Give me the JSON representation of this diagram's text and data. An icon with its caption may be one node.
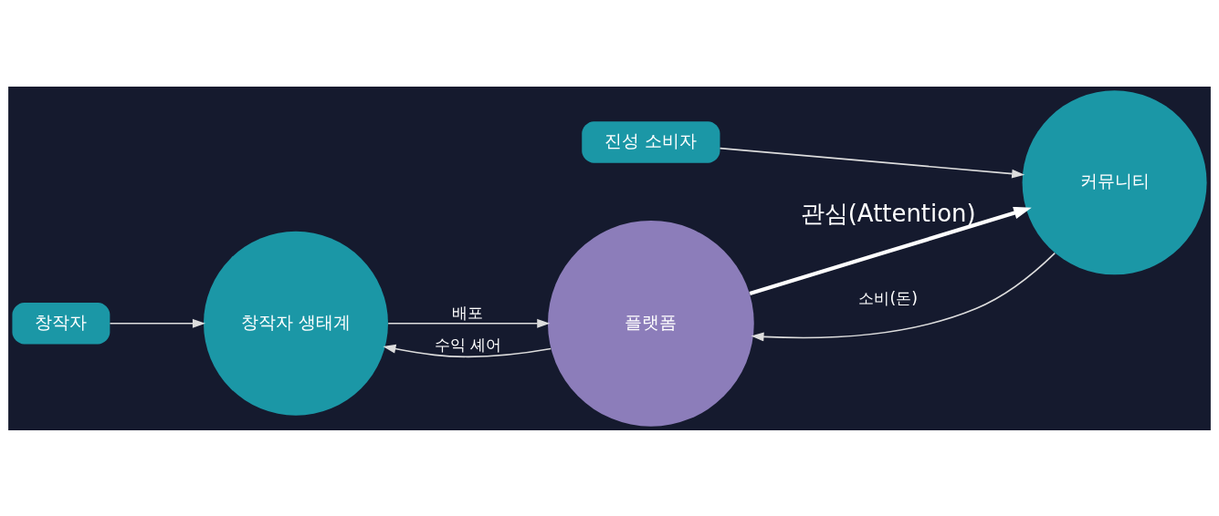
{
  "diagram": {
    "nodes": [
      {
        "text": [
          "창작자 생태계"
        ]
      },
      {
        "text": [
          "플랫폼"
        ]
      },
      {
        "text": [
          "커뮤니티"
        ]
      },
      {
        "text": [
          "진성 소비자"
        ]
      },
      {
        "text": [
          "창작자"
        ]
      }
    ],
    "edges": [
      {
        "from": 0,
        "to": 1,
        "arrow": "to",
        "label": "배포"
      },
      {
        "from": 1,
        "to": 2,
        "arrow": "to",
        "label": "관심(Attention)",
        "style": "thick",
        "color": "#ffffff"
      },
      {
        "from": 2,
        "to": 1,
        "arrow": "to",
        "label": "소비(돈)"
      },
      {
        "from": 1,
        "to": 0,
        "arrow": "to",
        "label": "수익 셰어"
      },
      {
        "from": 3,
        "to": 2,
        "arrow": "to"
      },
      {
        "from": 4,
        "to": 0,
        "arrow": "to"
      }
    ]
  }
}
